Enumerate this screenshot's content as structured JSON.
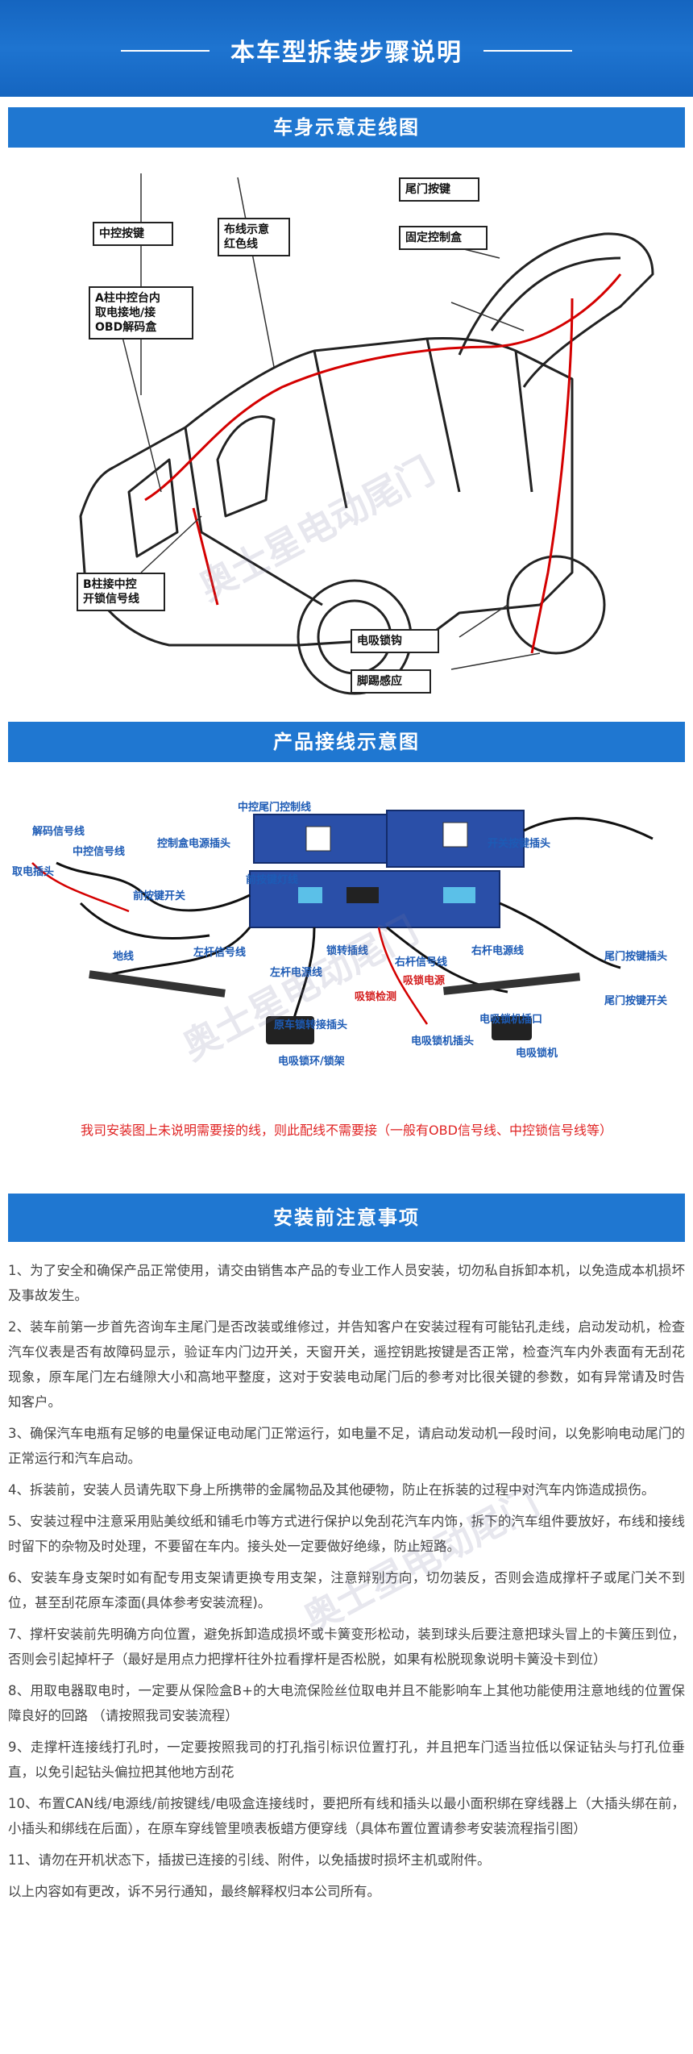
{
  "header": {
    "title": "本车型拆装步骤说明"
  },
  "section1": {
    "title": "车身示意走线图",
    "callouts": {
      "central_lock_key": "中控按键",
      "wiring_demo": "布线示意\n红色线",
      "trunk_button": "尾门按键",
      "fixed_control_box": "固定控制盒",
      "a_pillar": "A柱中控台内\n取电接地/接\nOBD解码盒",
      "b_pillar": "B柱接中控\n开锁信号线",
      "e_lock_hook": "电吸锁钩",
      "kick_sensor": "脚踢感应"
    },
    "watermark": "奥士星电动尾门"
  },
  "section2": {
    "title": "产品接线示意图",
    "labels": {
      "decode_signal": "解码信号线",
      "central_signal": "中控信号线",
      "power_plug": "取电插头",
      "ground": "地线",
      "front_key_switch": "前按键开关",
      "control_power_plug": "控制盒电源插头",
      "central_trunk_control": "中控尾门控制线",
      "open_key_plug": "开关按键插头",
      "front_key_light": "前按键灯线",
      "left_signal": "左杆信号线",
      "left_power": "左杆电源线",
      "lock_plug": "锁转插线",
      "right_signal": "右杆信号线",
      "right_power": "右杆电源线",
      "suction_power": "吸锁电源",
      "lock_detect": "吸锁检测",
      "trunk_key_plug": "尾门按键插头",
      "trunk_key_switch": "尾门按键开关",
      "orig_lock_plug": "原车锁转接插头",
      "lock_motor_port": "电吸锁机插口",
      "lock_motor_plug": "电吸锁机插头",
      "lock_motor": "电吸锁机",
      "lock_body": "电吸锁环/锁架"
    },
    "note": "我司安装图上未说明需要接的线，则此配线不需要接（一般有OBD信号线、中控锁信号线等）"
  },
  "section3": {
    "title": "安装前注意事项",
    "items": [
      "1、为了安全和确保产品正常使用，请交由销售本产品的专业工作人员安装，切勿私自拆卸本机，以免造成本机损坏及事故发生。",
      "2、装车前第一步首先咨询车主尾门是否改装或维修过，并告知客户在安装过程有可能钻孔走线，启动发动机，检查汽车仪表是否有故障码显示，验证车内门边开关，天窗开关，遥控钥匙按键是否正常，检查汽车内外表面有无刮花现象，原车尾门左右缝隙大小和高地平整度，这对于安装电动尾门后的参考对比很关键的参数，如有异常请及时告知客户。",
      "3、确保汽车电瓶有足够的电量保证电动尾门正常运行，如电量不足，请启动发动机一段时间，以免影响电动尾门的正常运行和汽车启动。",
      "4、拆装前，安装人员请先取下身上所携带的金属物品及其他硬物，防止在拆装的过程中对汽车内饰造成损伤。",
      "5、安装过程中注意采用贴美纹纸和铺毛巾等方式进行保护以免刮花汽车内饰，拆下的汽车组件要放好，布线和接线时留下的杂物及时处理，不要留在车内。接头处一定要做好绝缘，防止短路。",
      "6、安装车身支架时如有配专用支架请更换专用支架，注意辩别方向，切勿装反，否则会造成撑杆子或尾门关不到位，甚至刮花原车漆面(具体参考安装流程)。",
      "7、撑杆安装前先明确方向位置，避免拆卸造成损坏或卡簧变形松动，装到球头后要注意把球头冒上的卡簧压到位，否则会引起掉杆子（最好是用点力把撑杆往外拉看撑杆是否松脱，如果有松脱现象说明卡簧没卡到位）",
      "8、用取电器取电时，一定要从保险盒B+的大电流保险丝位取电并且不能影响车上其他功能使用注意地线的位置保障良好的回路 （请按照我司安装流程）",
      "9、走撑杆连接线打孔时，一定要按照我司的打孔指引标识位置打孔，并且把车门适当拉低以保证钻头与打孔位垂直，以免引起钻头偏拉把其他地方刮花",
      "10、布置CAN线/电源线/前按键线/电吸盒连接线时，要把所有线和插头以最小面积绑在穿线器上（大插头绑在前，小插头和绑线在后面），在原车穿线管里喷表板蜡方便穿线（具体布置位置请参考安装流程指引图）",
      "11、请勿在开机状态下，插拔已连接的引线、附件，以免插拔时损坏主机或附件。",
      "以上内容如有更改，诉不另行通知，最终解释权归本公司所有。"
    ]
  }
}
